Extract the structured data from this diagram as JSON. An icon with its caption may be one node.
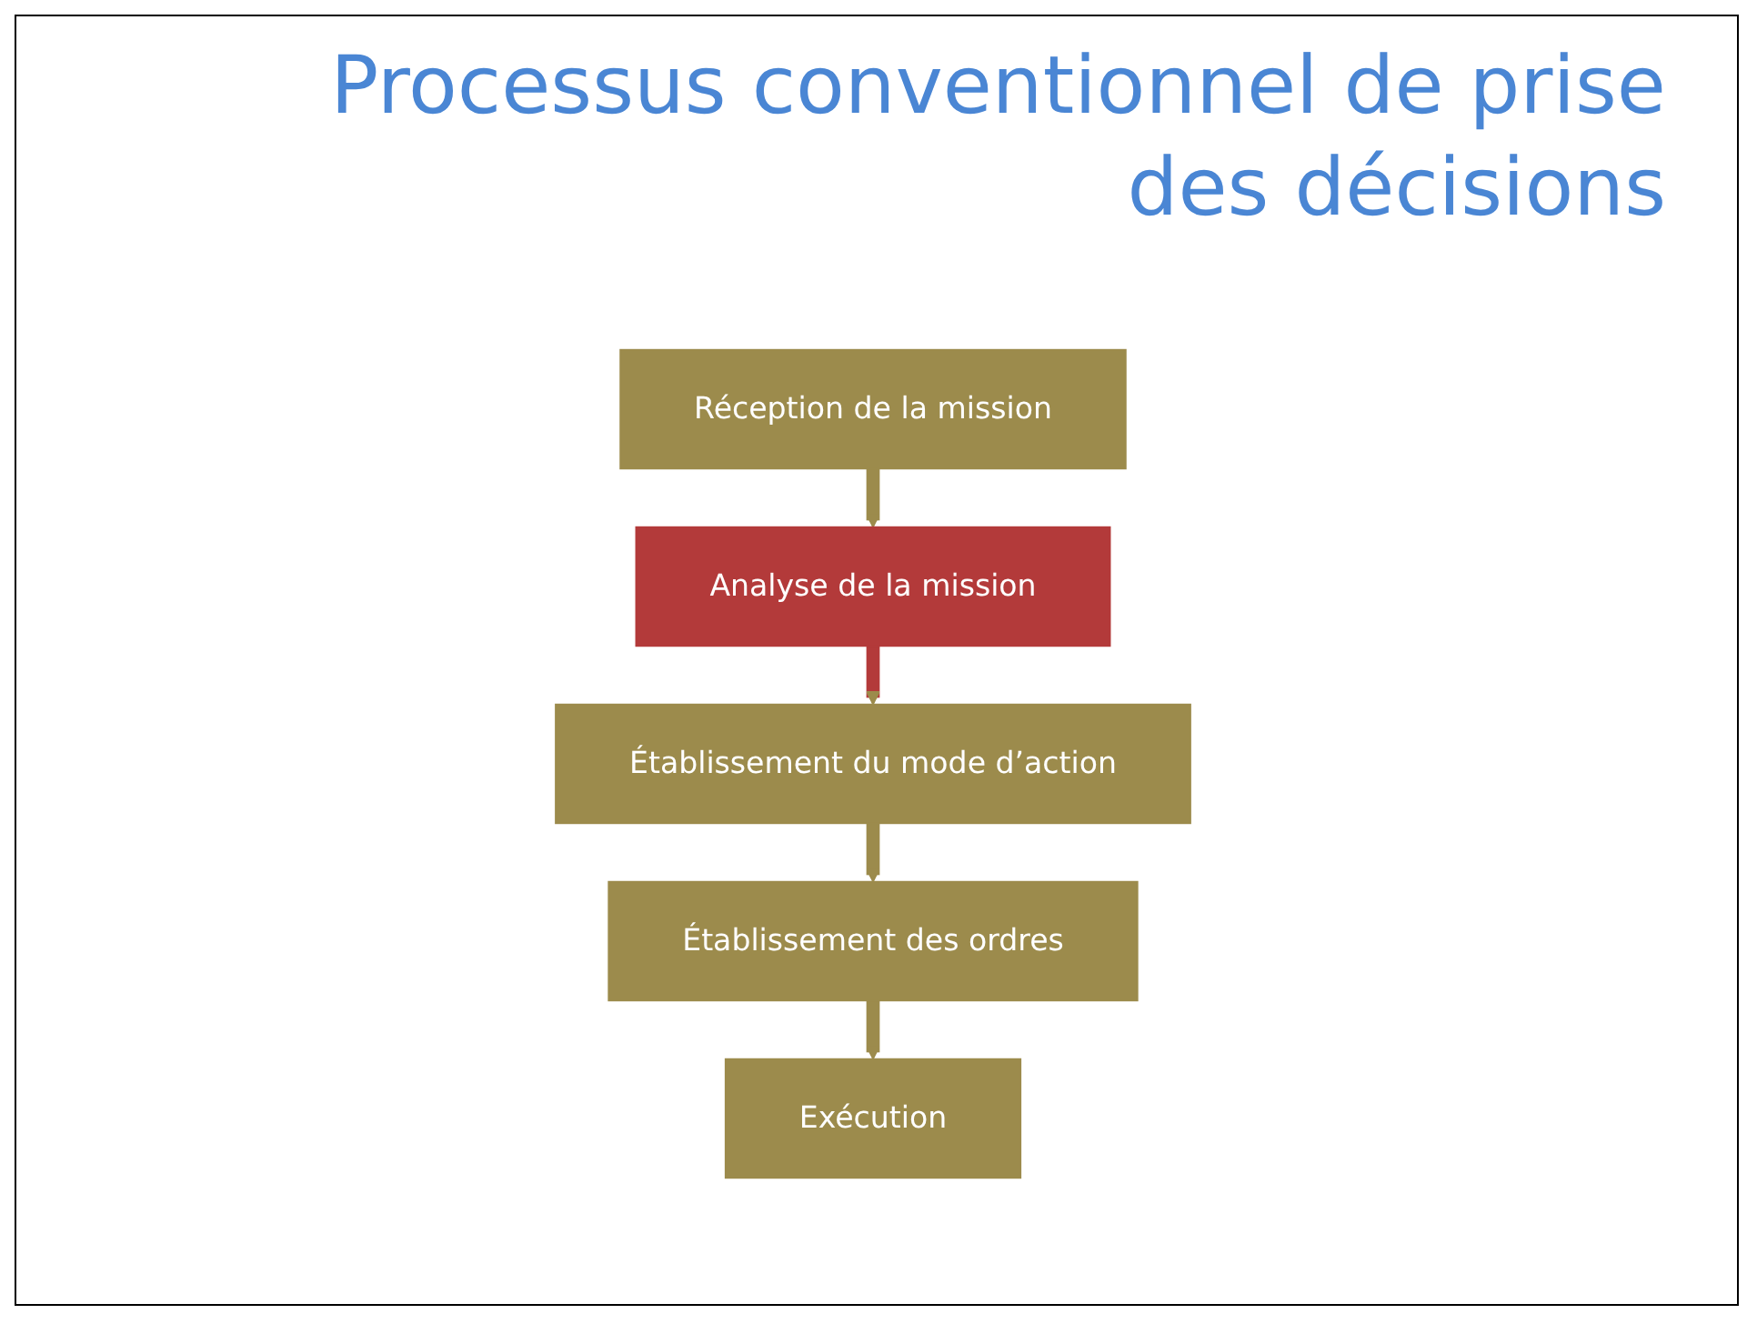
{
  "diagram": {
    "title": "Processus conventionnel de prise des décisions",
    "nodes": [
      {
        "text": [
          "Réception de la mission"
        ]
      },
      {
        "text": [
          "Analyse de la mission"
        ]
      },
      {
        "text": [
          "Établissement du mode d’action"
        ]
      },
      {
        "text": [
          "Établissement des ordres"
        ]
      },
      {
        "text": [
          "Exécution"
        ]
      }
    ],
    "edges": [
      {
        "from": 0,
        "to": 1,
        "arrow": "to"
      },
      {
        "from": 1,
        "to": 2,
        "arrow": "to",
        "color": "#b33a3a"
      },
      {
        "from": 2,
        "to": 3,
        "arrow": "to"
      },
      {
        "from": 3,
        "to": 4,
        "arrow": "to"
      }
    ]
  }
}
